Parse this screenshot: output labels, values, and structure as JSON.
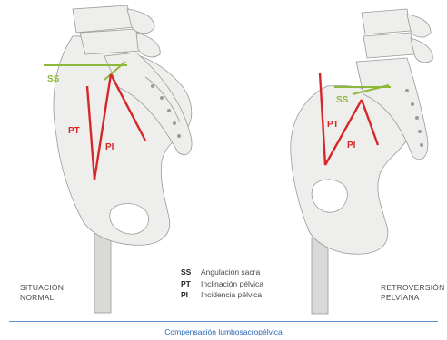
{
  "left_panel": {
    "label_lines": [
      "SITUACIÓN",
      "NORMAL"
    ],
    "angle_labels": {
      "ss": "SS",
      "pt": "PT",
      "pi": "PI"
    }
  },
  "right_panel": {
    "label_lines": [
      "RETROVERSIÓN",
      "PELVIANA"
    ],
    "angle_labels": {
      "ss": "SS",
      "pt": "PT",
      "pi": "PI"
    }
  },
  "legend": [
    {
      "abbr": "SS",
      "text": "Angulación sacra"
    },
    {
      "abbr": "PT",
      "text": "Inclinación pélvica"
    },
    {
      "abbr": "PI",
      "text": "Incidencia pélvica"
    }
  ],
  "caption": "Compensación lumbosacropélvica",
  "colors": {
    "bone_fill": "#eeeeec",
    "bone_stroke": "#9a9a98",
    "femur_fill": "#d9d9d7",
    "ss_line": "#8db83a",
    "pt_pi_line": "#d62828",
    "divider": "#5b8fd0",
    "caption_text": "#2a66b8"
  }
}
